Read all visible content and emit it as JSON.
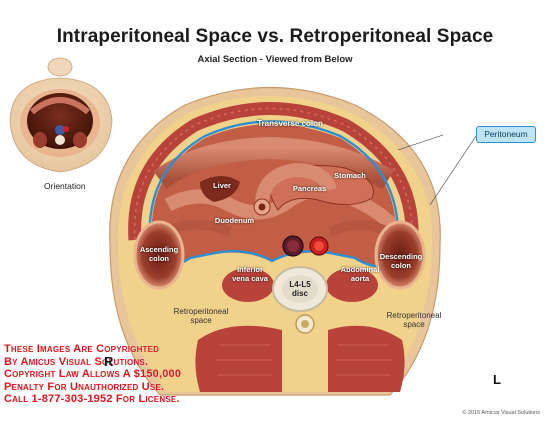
{
  "title": "Intraperitoneal Space vs. Retroperitoneal Space",
  "subtitle": "Axial Section - Viewed from Below",
  "orientation_label": "Orientation",
  "labels": {
    "transverse_colon": "Transverse colon",
    "peritoneum": "Peritoneum",
    "liver": "Liver",
    "stomach": "Stomach",
    "pancreas": "Pancreas",
    "duodenum": "Duodenum",
    "ascending_colon": [
      "Ascending",
      "colon"
    ],
    "descending_colon": [
      "Descending",
      "colon"
    ],
    "inferior_vena_cava": [
      "Inferior",
      "vena cava"
    ],
    "abdominal_aorta": [
      "Abdominal",
      "aorta"
    ],
    "disc": [
      "L4-L5",
      "disc"
    ],
    "retro_left": [
      "Retroperitoneal",
      "space"
    ],
    "retro_right": [
      "Retroperitoneal",
      "space"
    ]
  },
  "directions": {
    "right": "R",
    "left": "L"
  },
  "watermark": [
    "These Images Are Copyrighted",
    "By Amicus Visual Solutions.",
    "Copyright Law Allows A $150,000",
    "Penalty For Unauthorized Use.",
    "Call 1-877-303-1952 For License."
  ],
  "credit": "© 2015 Amicus Visual Solutions",
  "colors": {
    "peritoneum_line": "#2b8fd6",
    "fat": "#f1d28a",
    "muscle": "#b8433b",
    "bowel": "#c9735f"
  }
}
